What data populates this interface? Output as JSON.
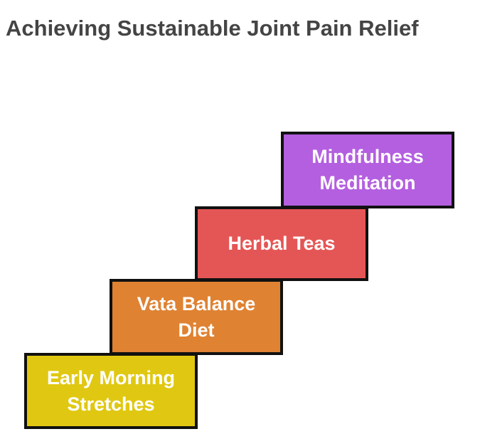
{
  "title": "Achieving Sustainable Joint Pain Relief",
  "steps": [
    {
      "lines": [
        "Early Morning",
        "Stretches"
      ],
      "color": "#E0C812"
    },
    {
      "lines": [
        "Vata Balance",
        "Diet"
      ],
      "color": "#DF8232"
    },
    {
      "lines": [
        "Herbal Teas"
      ],
      "color": "#E45655"
    },
    {
      "lines": [
        "Mindfulness",
        "Meditation"
      ],
      "color": "#B45FE0"
    }
  ]
}
